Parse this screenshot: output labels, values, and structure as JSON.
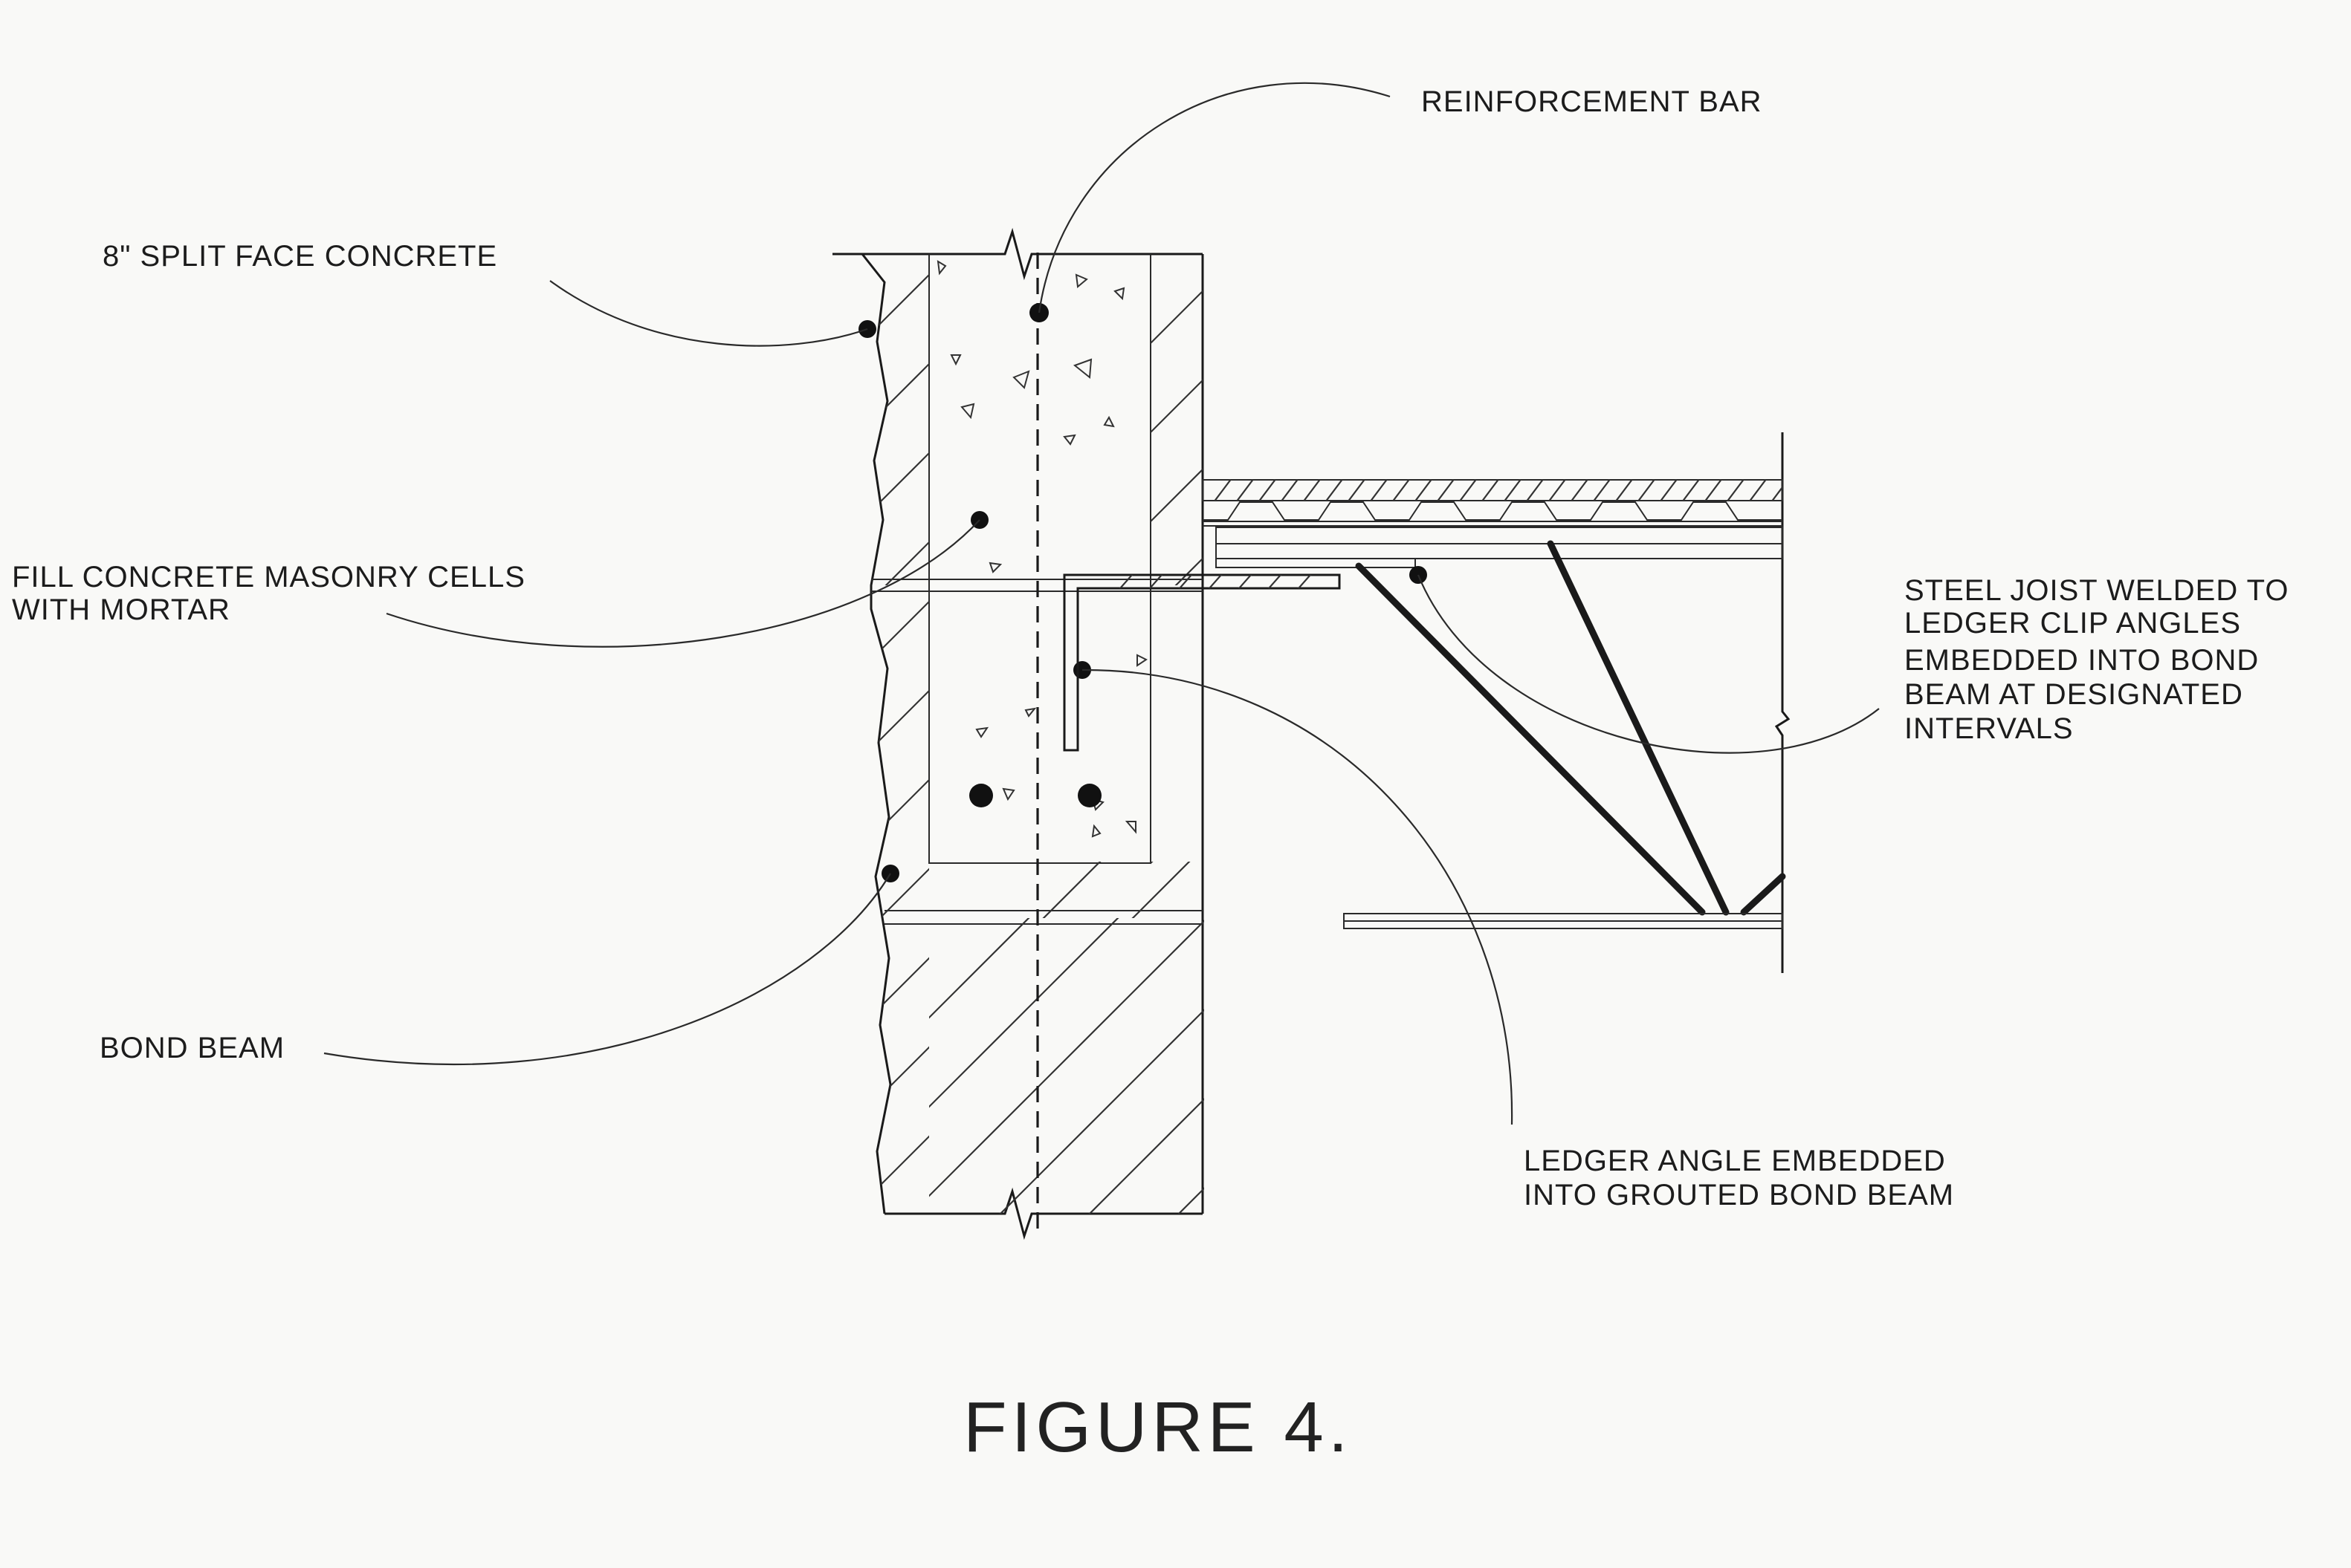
{
  "labels": {
    "reinforcement_bar": "REINFORCEMENT BAR",
    "split_face": "8\" SPLIT FACE CONCRETE",
    "fill_cells_line1": "FILL CONCRETE MASONRY CELLS",
    "fill_cells_line2": "WITH MORTAR",
    "steel_joist_line1": "STEEL JOIST WELDED TO",
    "steel_joist_line2": "LEDGER CLIP ANGLES",
    "steel_joist_line3": "EMBEDDED INTO BOND",
    "steel_joist_line4": "BEAM AT DESIGNATED",
    "steel_joist_line5": "INTERVALS",
    "bond_beam": "BOND BEAM",
    "ledger_angle_line1": "LEDGER ANGLE EMBEDDED",
    "ledger_angle_line2": "INTO GROUTED BOND BEAM"
  },
  "figure_title": "FIGURE 4.",
  "colors": {
    "paper": "#f9f9f7",
    "ink": "#1a1a1a"
  }
}
